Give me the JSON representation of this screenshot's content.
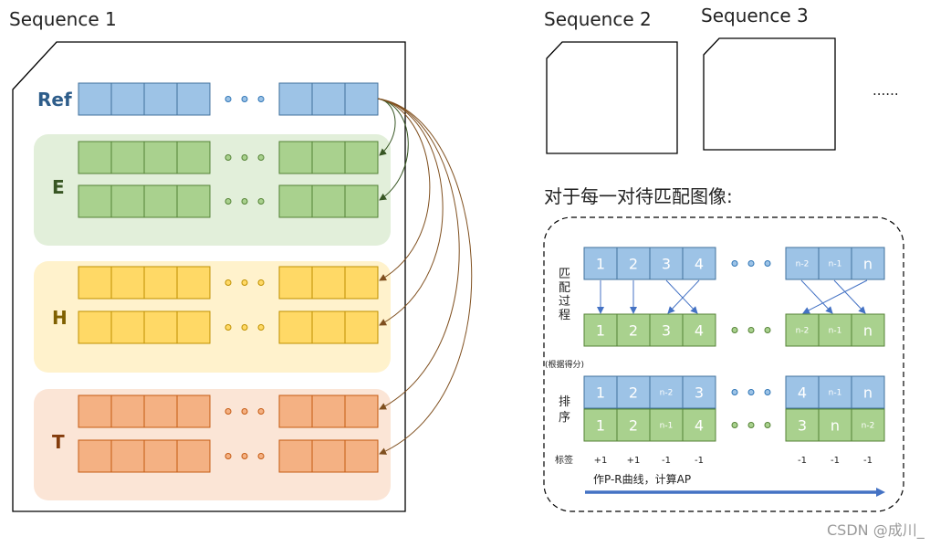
{
  "sequences": {
    "seq1_title": "Sequence 1",
    "seq2_title": "Sequence 2",
    "seq3_title": "Sequence 3",
    "more": "......"
  },
  "groups": {
    "ref_label": "Ref",
    "e_label": "E",
    "h_label": "H",
    "t_label": "T"
  },
  "process": {
    "heading": "对于每一对待匹配图像:",
    "match_label": [
      "匹",
      "配",
      "过",
      "程"
    ],
    "score_note": "(根据得分)",
    "sort_label": [
      "排",
      "序"
    ],
    "tag_label": "标签",
    "match_top": [
      "1",
      "2",
      "3",
      "4",
      "n-2",
      "n-1",
      "n"
    ],
    "match_bottom": [
      "1",
      "2",
      "3",
      "4",
      "n-2",
      "n-1",
      "n"
    ],
    "sort_top": [
      "1",
      "2",
      "n-2",
      "3",
      "4",
      "n-1",
      "n"
    ],
    "sort_bottom": [
      "1",
      "2",
      "n-1",
      "4",
      "3",
      "n",
      "n-2"
    ],
    "tags": [
      "+1",
      "+1",
      "-1",
      "-1",
      "-1",
      "-1",
      "-1"
    ],
    "arrow_caption": "作P-R曲线，计算AP"
  },
  "watermark": "CSDN @成川_",
  "colors": {
    "blue_fill": "#9dc3e6",
    "blue_stroke": "#41719c",
    "green_fill": "#a9d18e",
    "green_stroke": "#548235",
    "yellow_fill": "#ffd966",
    "yellow_stroke": "#bf9000",
    "orange_fill": "#f4b183",
    "orange_stroke": "#c55a11",
    "green_bg": "#e2efda",
    "yellow_bg": "#fff2cc",
    "orange_bg": "#fbe5d6",
    "arrow_blue": "#4472c4"
  }
}
